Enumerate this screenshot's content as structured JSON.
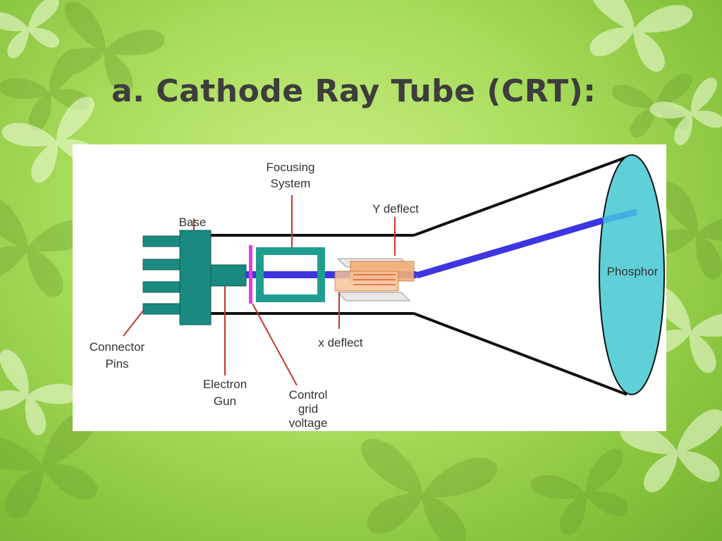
{
  "slide": {
    "title": "a. Cathode Ray Tube (CRT):"
  },
  "diagram": {
    "labels": {
      "focusing_system_line1": "Focusing",
      "focusing_system_line2": "System",
      "y_deflect": "Y deflect",
      "base": "Base",
      "phosphor": "Phosphor",
      "connector_pins_line1": "Connector",
      "connector_pins_line2": "Pins",
      "x_deflect": "x deflect",
      "electron_gun_line1": "Electron",
      "electron_gun_line2": "Gun",
      "control_grid_line1": "Control",
      "control_grid_line2": "grid",
      "control_grid_line3": "voltage"
    },
    "colors": {
      "tube_outline": "#111111",
      "gun_body": "#1a8a80",
      "focus_coil": "#1f9e90",
      "control_grid": "#e040e0",
      "electron_beam": "#3d35e0",
      "deflect_plates": "#f2b07a",
      "leader_lines": "#c0392b",
      "screen": "#5fd0d8"
    }
  }
}
